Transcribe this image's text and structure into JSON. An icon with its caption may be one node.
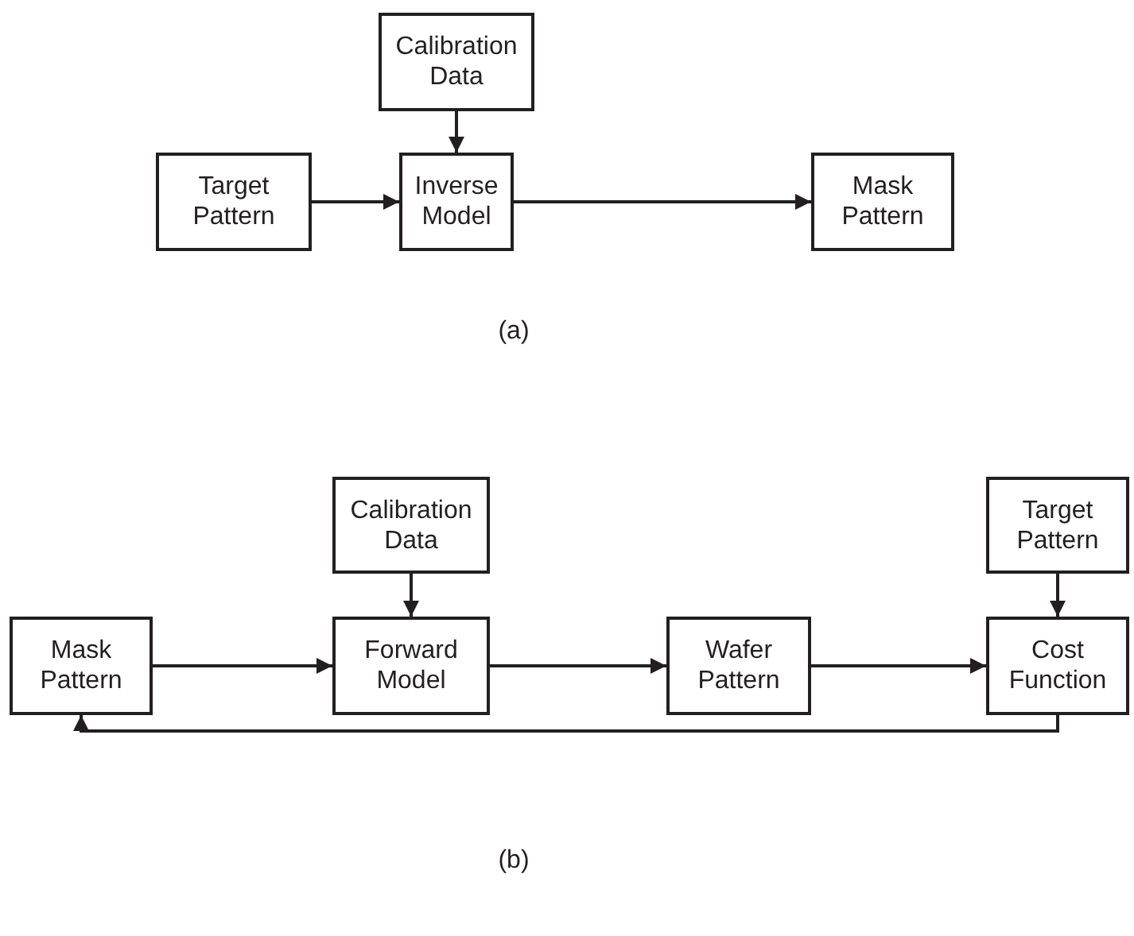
{
  "diagram": {
    "nodes": [
      {
        "text": [
          "Calibration Data"
        ]
      },
      {
        "text": [
          "Target Pattern"
        ]
      },
      {
        "text": [
          "Inverse Model"
        ]
      },
      {
        "text": [
          "Mask Pattern"
        ]
      },
      {
        "text": [
          "Calibration Data"
        ]
      },
      {
        "text": [
          "Target Pattern"
        ]
      },
      {
        "text": [
          "Mask Pattern"
        ]
      },
      {
        "text": [
          "Forward Model"
        ]
      },
      {
        "text": [
          "Wafer Pattern"
        ]
      },
      {
        "text": [
          "Cost Function"
        ]
      }
    ],
    "edges": [
      {
        "from": 0,
        "to": 2,
        "arrow": "to"
      },
      {
        "from": 1,
        "to": 2,
        "arrow": "to"
      },
      {
        "from": 2,
        "to": 3,
        "arrow": "to"
      },
      {
        "from": 4,
        "to": 7,
        "arrow": "to"
      },
      {
        "from": 5,
        "to": 9,
        "arrow": "to"
      },
      {
        "from": 6,
        "to": 7,
        "arrow": "to"
      },
      {
        "from": 7,
        "to": 8,
        "arrow": "to"
      },
      {
        "from": 8,
        "to": 9,
        "arrow": "to"
      },
      {
        "from": 9,
        "to": 6,
        "arrow": "to"
      }
    ],
    "labels": [
      "(a)",
      "(b)"
    ]
  }
}
